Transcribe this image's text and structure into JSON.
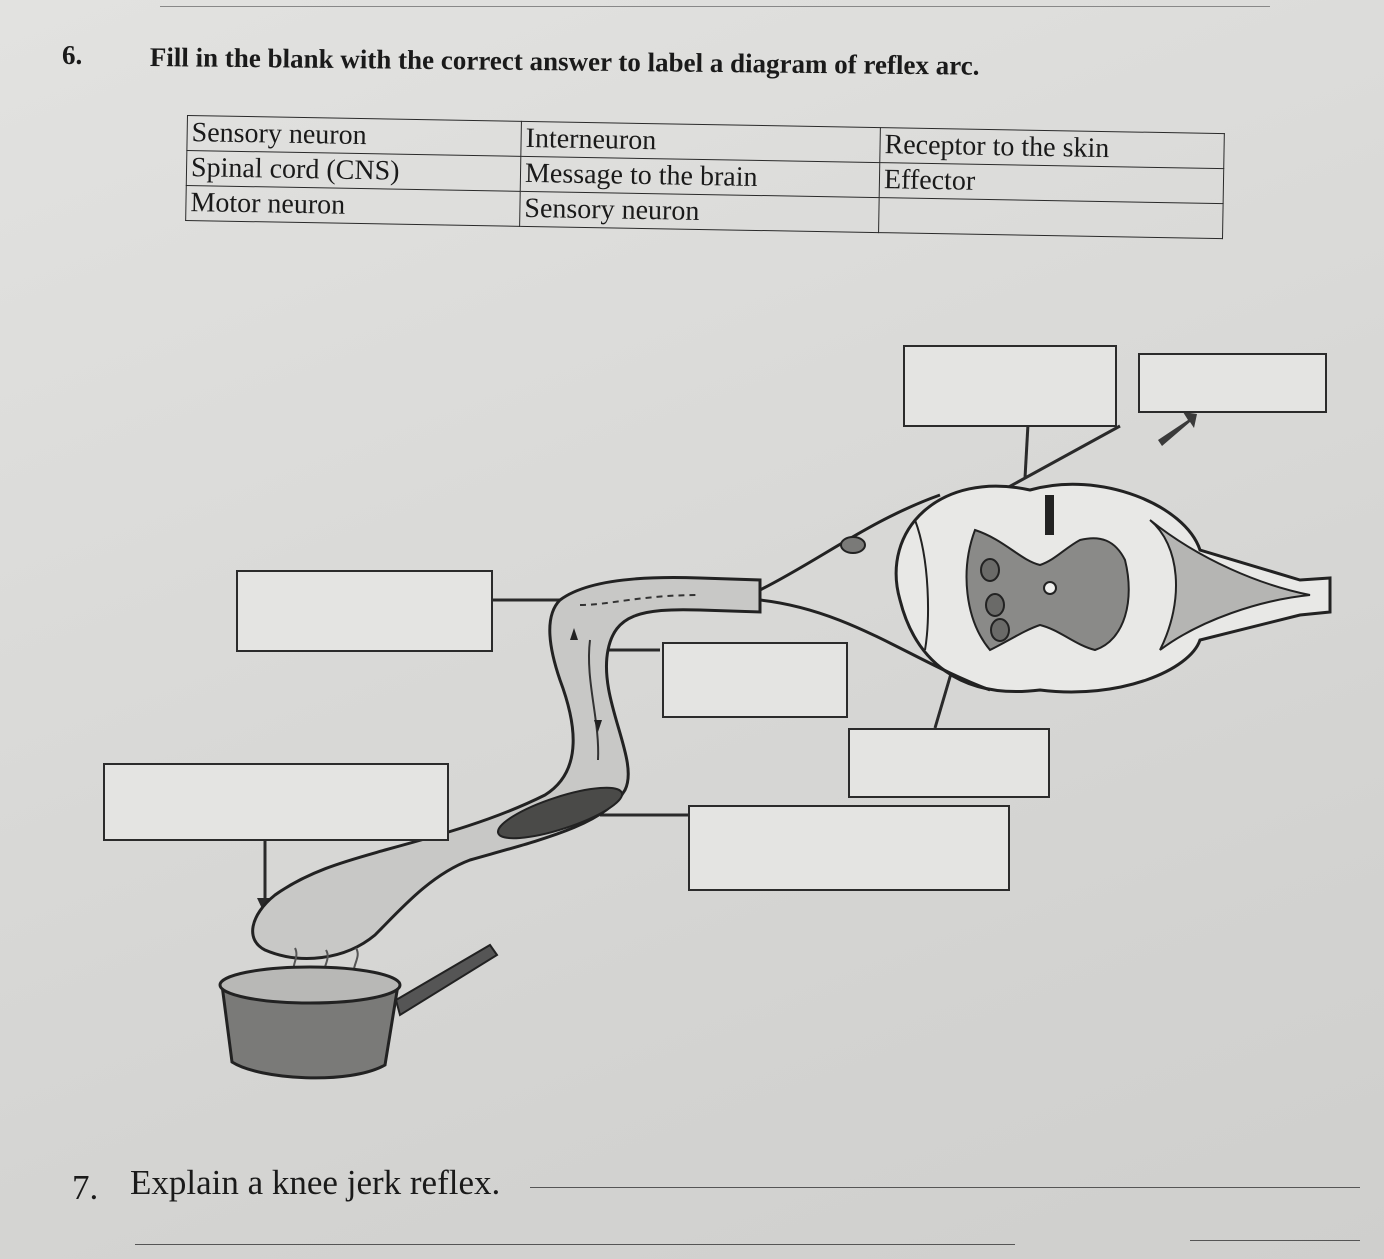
{
  "question6": {
    "number": "6.",
    "text": "Fill in the blank with the correct answer to label a diagram of reflex arc."
  },
  "word_bank": {
    "rows": [
      [
        "Sensory neuron",
        "Interneuron",
        "Receptor to the skin"
      ],
      [
        "Spinal cord (CNS)",
        "Message to the brain",
        "Effector"
      ],
      [
        "Motor neuron",
        "Sensory neuron",
        ""
      ]
    ]
  },
  "diagram": {
    "blank_boxes": [
      "",
      "",
      "",
      "",
      "",
      "",
      ""
    ]
  },
  "question7": {
    "number": "7.",
    "text": "Explain a knee jerk reflex."
  }
}
